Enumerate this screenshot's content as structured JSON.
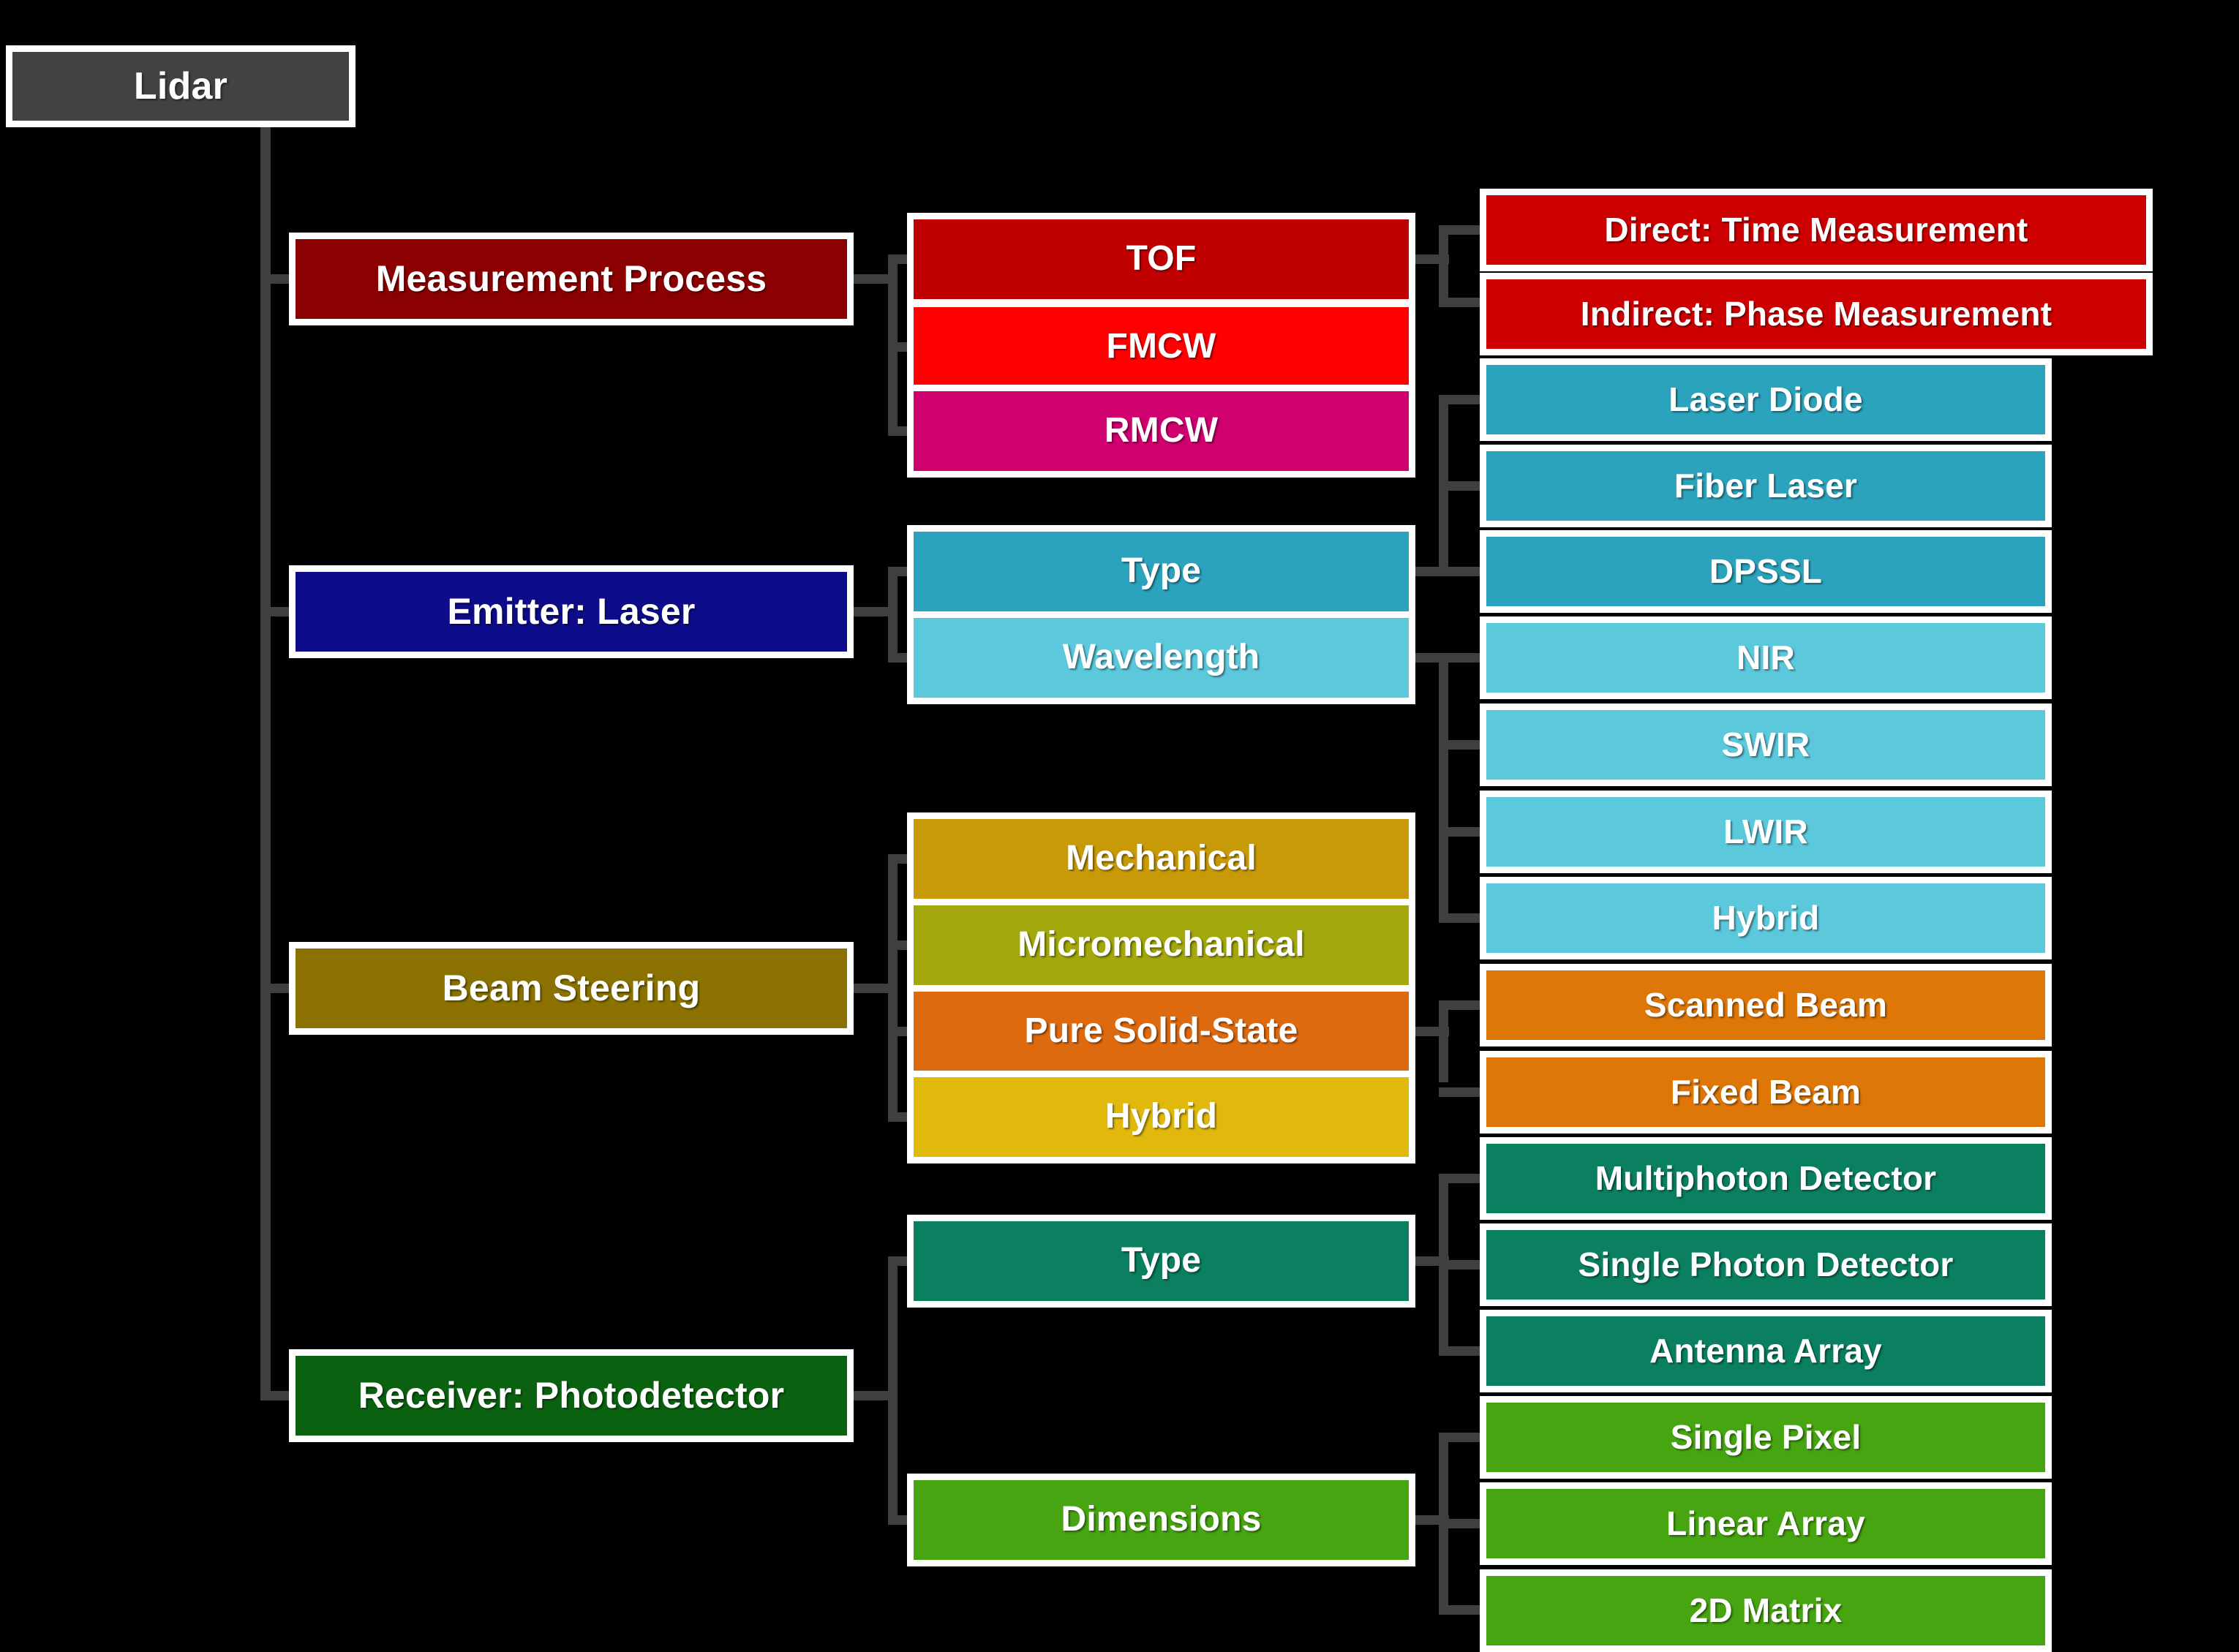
{
  "diagram": {
    "title": "Lidar",
    "background_color": "#000000",
    "border_color": "#ffffff",
    "connector_color": "#3f3f3f",
    "text_color": "#ffffff"
  },
  "root": {
    "label": "Lidar",
    "color": "#424242"
  },
  "branches": [
    {
      "label": "Measurement Process",
      "color": "#8b0000",
      "children": [
        {
          "label": "TOF",
          "color": "#c00000",
          "children": [
            {
              "label": "Direct: Time Measurement",
              "color": "#cc0000"
            },
            {
              "label": "Indirect: Phase Measurement",
              "color": "#cc0000"
            }
          ]
        },
        {
          "label": "FMCW",
          "color": "#ff0000",
          "children": []
        },
        {
          "label": "RMCW",
          "color": "#d0006f",
          "children": []
        }
      ]
    },
    {
      "label": "Emitter: Laser",
      "color": "#0d0d8b",
      "children": [
        {
          "label": "Type",
          "color": "#2ca3bd",
          "children": [
            {
              "label": "Laser Diode",
              "color": "#2ca3bd"
            },
            {
              "label": "Fiber Laser",
              "color": "#2ca3bd"
            },
            {
              "label": "DPSSL",
              "color": "#2ca3bd"
            }
          ]
        },
        {
          "label": "Wavelength",
          "color": "#5bc8dc",
          "children": [
            {
              "label": "NIR",
              "color": "#5bc8dc"
            },
            {
              "label": "SWIR",
              "color": "#5bc8dc"
            },
            {
              "label": "LWIR",
              "color": "#5bc8dc"
            },
            {
              "label": "Hybrid",
              "color": "#5bc8dc"
            }
          ]
        }
      ]
    },
    {
      "label": "Beam Steering",
      "color": "#8b7200",
      "children": [
        {
          "label": "Mechanical",
          "color": "#c99a08",
          "children": []
        },
        {
          "label": "Micromechanical",
          "color": "#a3a80c",
          "children": []
        },
        {
          "label": "Pure Solid-State",
          "color": "#de6a10",
          "children": [
            {
              "label": "Scanned Beam",
              "color": "#de7708"
            },
            {
              "label": "Fixed Beam",
              "color": "#de7708"
            }
          ]
        },
        {
          "label": "Hybrid",
          "color": "#e0b90c",
          "children": []
        }
      ]
    },
    {
      "label": "Receiver: Photodetector",
      "color": "#0a6210",
      "children": [
        {
          "label": "Type",
          "color": "#0a8060",
          "children": [
            {
              "label": "Multiphoton Detector",
              "color": "#0a8060"
            },
            {
              "label": "Single Photon Detector",
              "color": "#0a8060"
            },
            {
              "label": "Antenna Array",
              "color": "#0a8060"
            }
          ]
        },
        {
          "label": "Dimensions",
          "color": "#46a510",
          "children": [
            {
              "label": "Single Pixel",
              "color": "#46a510"
            },
            {
              "label": "Linear Array",
              "color": "#46a510"
            },
            {
              "label": "2D Matrix",
              "color": "#46a510"
            }
          ]
        }
      ]
    }
  ],
  "nodes_flat": {
    "root": "Lidar",
    "measurement_process": "Measurement Process",
    "tof": "TOF",
    "fmcw": "FMCW",
    "rmcw": "RMCW",
    "direct_time": "Direct: Time Measurement",
    "indirect_phase": "Indirect: Phase Measurement",
    "emitter_laser": "Emitter: Laser",
    "laser_type": "Type",
    "wavelength": "Wavelength",
    "laser_diode": "Laser Diode",
    "fiber_laser": "Fiber Laser",
    "dpssl": "DPSSL",
    "nir": "NIR",
    "swir": "SWIR",
    "lwir": "LWIR",
    "wavelength_hybrid": "Hybrid",
    "beam_steering": "Beam Steering",
    "mechanical": "Mechanical",
    "micromechanical": "Micromechanical",
    "pure_solid_state": "Pure Solid-State",
    "steering_hybrid": "Hybrid",
    "scanned_beam": "Scanned Beam",
    "fixed_beam": "Fixed Beam",
    "receiver_photodetector": "Receiver: Photodetector",
    "detector_type": "Type",
    "dimensions": "Dimensions",
    "multiphoton_detector": "Multiphoton Detector",
    "single_photon_detector": "Single Photon Detector",
    "antenna_array": "Antenna Array",
    "single_pixel": "Single Pixel",
    "linear_array": "Linear Array",
    "matrix_2d": "2D Matrix"
  }
}
